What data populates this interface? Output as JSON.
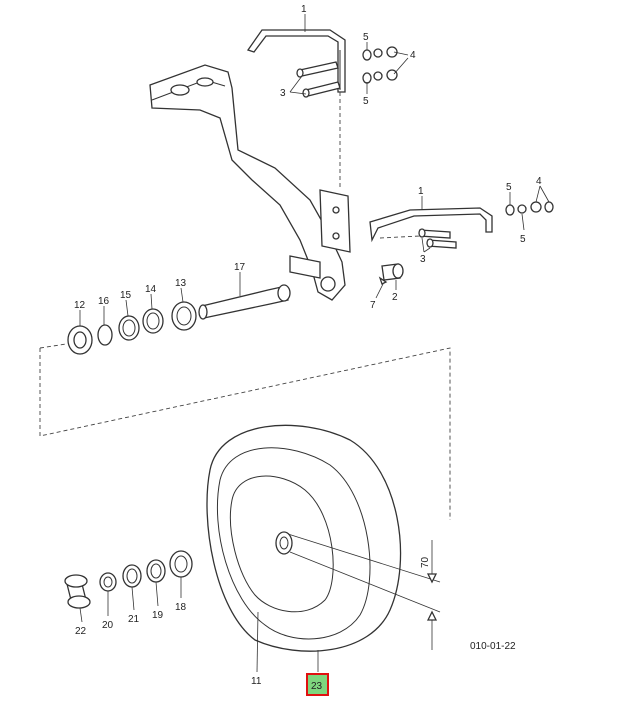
{
  "diagram": {
    "drawing_code": "010-01-22",
    "dimension_label": "70",
    "highlighted_callout": "23",
    "callouts": {
      "c1a": "1",
      "c5a": "5",
      "c4a": "4",
      "c3a": "3",
      "c5b": "5",
      "c1b": "1",
      "c5c": "5",
      "c4b": "4",
      "c3b": "3",
      "c5d": "5",
      "c17": "17",
      "c7": "7",
      "c2": "2",
      "c12": "12",
      "c16": "16",
      "c15": "15",
      "c14": "14",
      "c13": "13",
      "c22": "22",
      "c20": "20",
      "c21": "21",
      "c19": "19",
      "c18": "18",
      "c11": "11"
    }
  }
}
